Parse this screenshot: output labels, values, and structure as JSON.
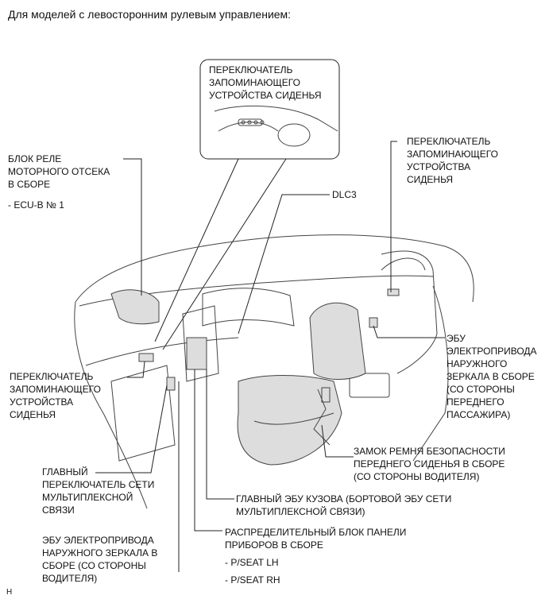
{
  "header": "Для моделей с левосторонним рулевым управлением:",
  "labels": {
    "memory_switch_top": "ПЕРЕКЛЮЧАТЕЛЬ\nЗАПОМИНАЮЩЕГО\nУСТРОЙСТВА СИДЕНЬЯ",
    "engine_relay_block": "БЛОК РЕЛЕ\nМОТОРНОГО ОТСЕКА\nВ СБОРЕ",
    "ecu_b": "- ECU-B № 1",
    "dlc3": "DLC3",
    "memory_switch_right": "ПЕРЕКЛЮЧАТЕЛЬ\nЗАПОМИНАЮЩЕГО\nУСТРОЙСТВА\nСИДЕНЬЯ",
    "memory_switch_left": "ПЕРЕКЛЮЧАТЕЛЬ\nЗАПОМИНАЮЩЕГО\nУСТРОЙСТВА\nСИДЕНЬЯ",
    "mirror_ecu_passenger": "ЭБУ\nЭЛЕКТРОПРИВОДА\nНАРУЖНОГО\nЗЕРКАЛА В СБОРЕ\n(СО СТОРОНЫ\nПЕРЕДНЕГО\nПАССАЖИРА)",
    "seatbelt_buckle": "ЗАМОК РЕМНЯ БЕЗОПАСНОСТИ\nПЕРЕДНЕГО СИДЕНЬЯ В СБОРЕ\n(СО СТОРОНЫ ВОДИТЕЛЯ)",
    "multiplex_switch": "ГЛАВНЫЙ\nПЕРЕКЛЮЧАТЕЛЬ СЕТИ\nМУЛЬТИПЛЕКСНОЙ\nСВЯЗИ",
    "body_ecu": "ГЛАВНЫЙ ЭБУ КУЗОВА (БОРТОВОЙ ЭБУ СЕТИ\nМУЛЬТИПЛЕКСНОЙ СВЯЗИ)",
    "mirror_ecu_driver": "ЭБУ ЭЛЕКТРОПРИВОДА\nНАРУЖНОГО ЗЕРКАЛА В\nСБОРЕ (СО СТОРОНЫ\nВОДИТЕЛЯ)",
    "instrument_panel_block": "РАСПРЕДЕЛИТЕЛЬНЫЙ БЛОК ПАНЕЛИ\nПРИБОРОВ В СБОРЕ",
    "pseat_lh": "- P/SEAT LH",
    "pseat_rh": "- P/SEAT RH",
    "corner_mark": "H"
  }
}
